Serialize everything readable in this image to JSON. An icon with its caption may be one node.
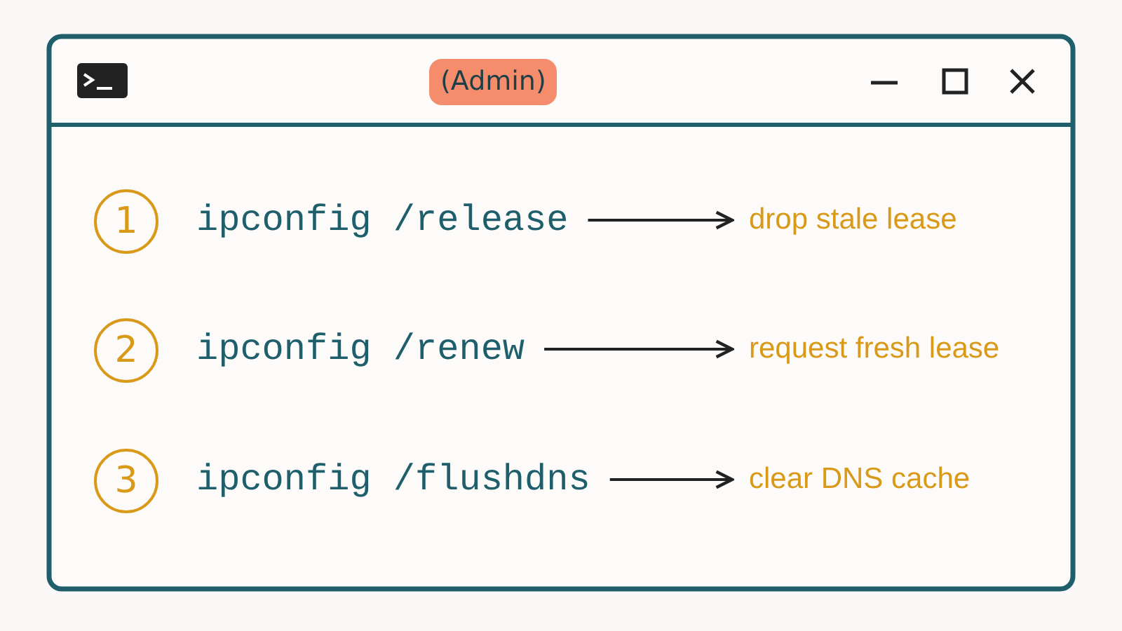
{
  "diagram": {
    "nodes": [
      {
        "text": [
          "1"
        ]
      },
      {
        "text": [
          "ipconfig /release"
        ]
      },
      {
        "text": [
          "drop stale lease"
        ]
      },
      {
        "text": [
          "2"
        ]
      },
      {
        "text": [
          "ipconfig /renew"
        ]
      },
      {
        "text": [
          "request fresh lease"
        ]
      },
      {
        "text": [
          "3"
        ]
      },
      {
        "text": [
          "ipconfig /flushdns"
        ]
      },
      {
        "text": [
          "clear DNS cache"
        ]
      }
    ],
    "edges": [
      {
        "from": 1,
        "to": 2,
        "arrow": "to"
      },
      {
        "from": 4,
        "to": 5,
        "arrow": "to"
      },
      {
        "from": 7,
        "to": 8,
        "arrow": "to"
      }
    ],
    "labels": [
      "(Admin)"
    ]
  }
}
